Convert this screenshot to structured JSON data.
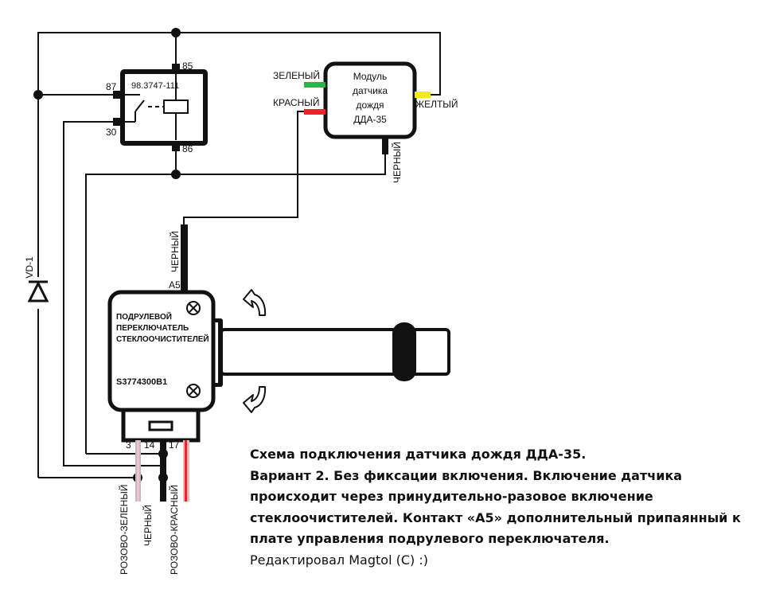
{
  "relay": {
    "part_number": "98.3747-111",
    "pin_85": "85",
    "pin_86": "86",
    "pin_87": "87",
    "pin_30": "30"
  },
  "rain_module": {
    "title_lines": [
      "Модуль",
      "датчика",
      "дождя",
      "ДДА-35"
    ],
    "wire_green": "ЗЕЛЕНЫЙ",
    "wire_red": "КРАСНЫЙ",
    "wire_yellow": "ЖЕЛТЫЙ",
    "wire_black": "ЧЕРНЫЙ",
    "colors": {
      "green": "#2db34a",
      "red": "#e8262a",
      "yellow": "#f2ea1f"
    }
  },
  "diode": {
    "label": "VD-1"
  },
  "a5_wire": {
    "label": "ЧЕРНЫЙ",
    "contact": "A5"
  },
  "switch": {
    "title_lines": [
      "ПОДРУЛЕВОЙ",
      "ПЕРЕКЛЮЧАТЕЛЬ",
      "СТЕКЛООЧИСТИТЕЛЕЙ"
    ],
    "part_number": "S3774300B1",
    "pin_3": "3",
    "pin_14": "14",
    "pin_17": "17"
  },
  "bottom_wires": {
    "pink_green": "РОЗОВО-ЗЕЛЕНЫЙ",
    "black": "ЧЕРНЫЙ",
    "pink_red": "РОЗОВО-КРАСНЫЙ"
  },
  "caption": {
    "lines": [
      "Схема подключения датчика дождя ДДА-35.",
      "Вариант 2. Без фиксации включения. Включение датчика",
      "происходит через принудительно-разовое включение",
      "стеклоочистителей. Контакт «А5» дополнительный припаянный к",
      "плате управления подрулевого переключателя."
    ],
    "editor": "Редактировал Magtol (C) :)"
  }
}
